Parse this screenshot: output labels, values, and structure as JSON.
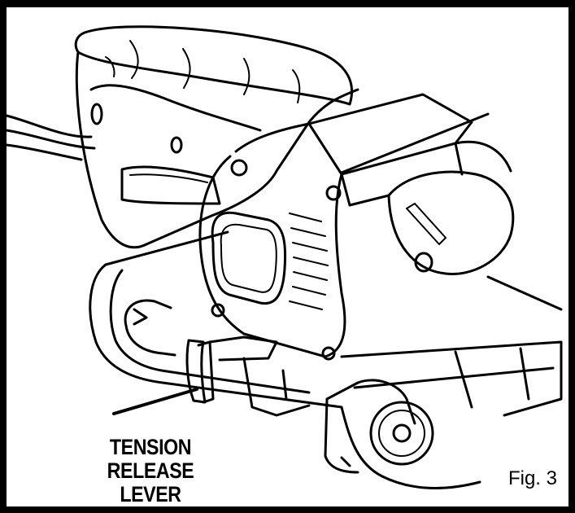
{
  "figure": {
    "callout": {
      "line1": "TENSION RELEASE",
      "line2": "LEVER"
    },
    "caption": "Fig. 3"
  }
}
